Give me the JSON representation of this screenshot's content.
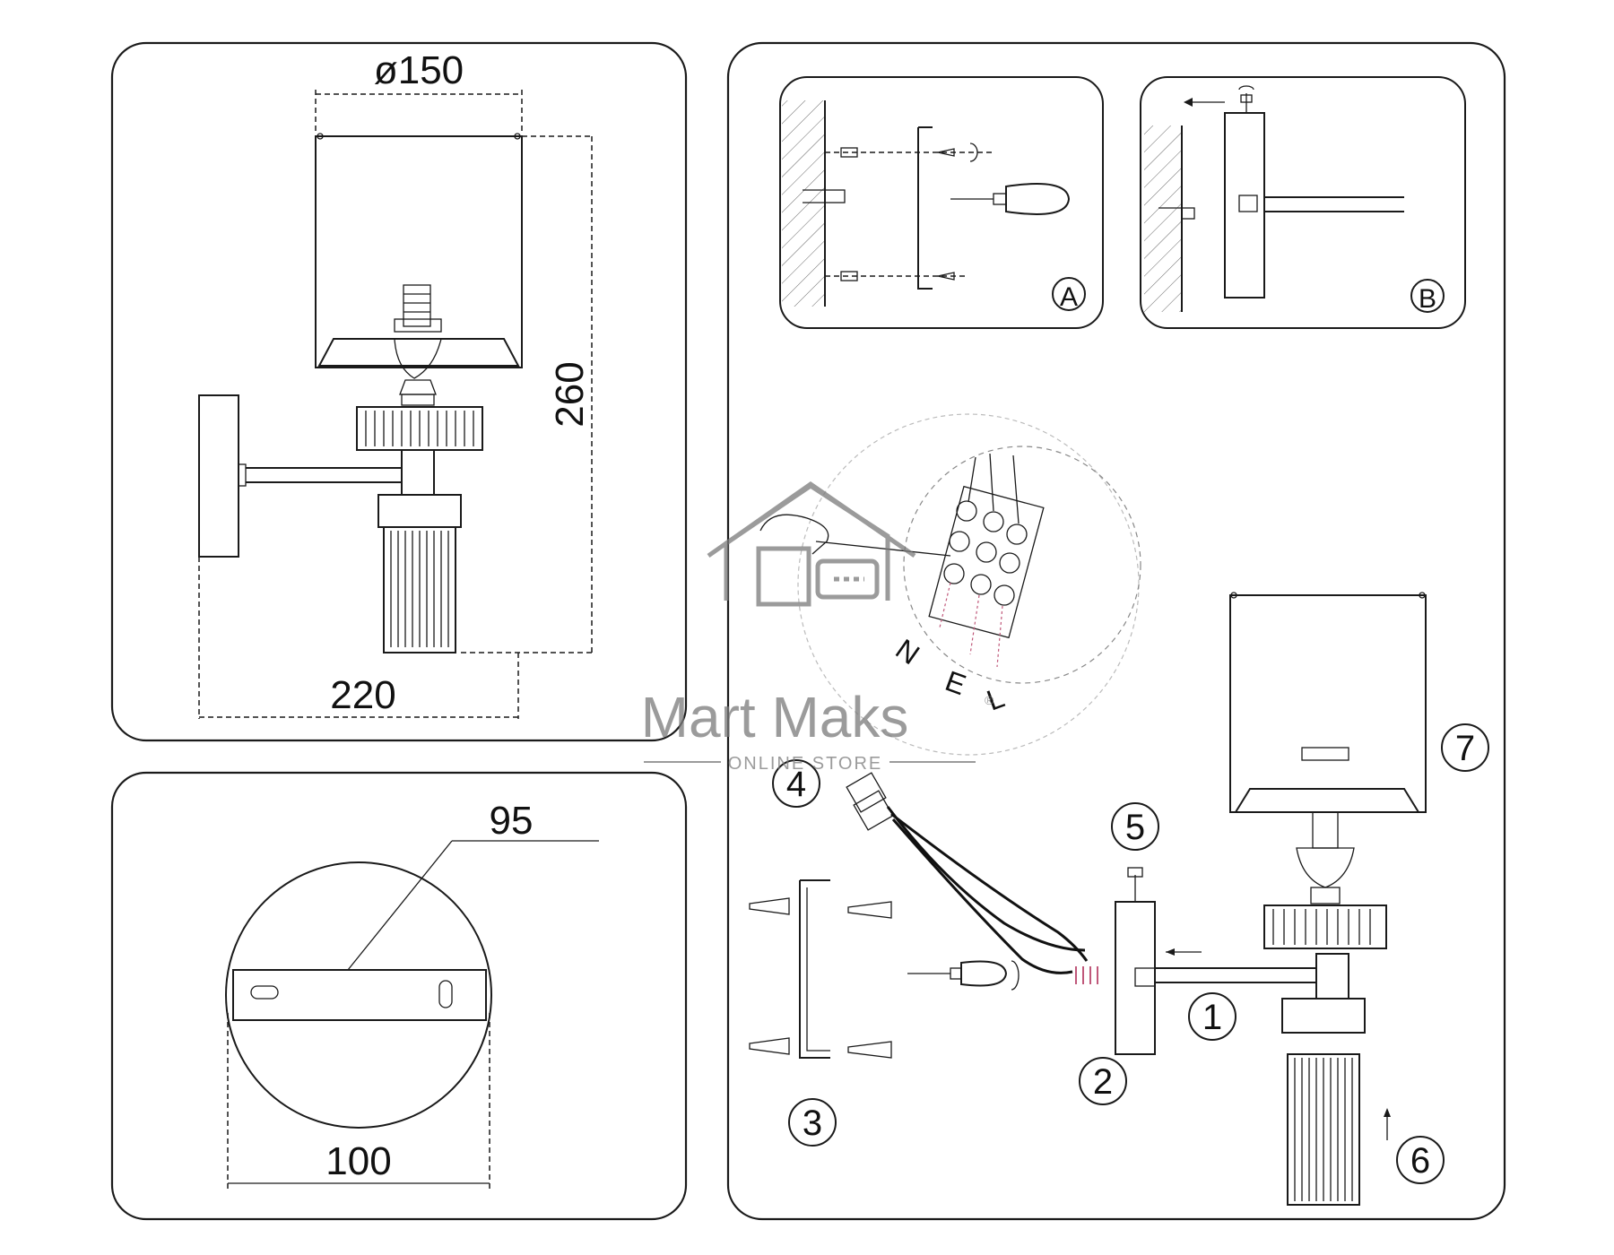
{
  "dimensions": {
    "shade_diameter": "ø150",
    "height": "260",
    "depth": "220",
    "plate_width": "95",
    "plate_diameter": "100"
  },
  "detail_labels": {
    "a": "A",
    "b": "B"
  },
  "wiring_labels": {
    "n": "N",
    "e": "E",
    "l": "L"
  },
  "step_numbers": [
    "1",
    "2",
    "3",
    "4",
    "5",
    "6",
    "7"
  ],
  "watermark": {
    "brand": "Mart Maks",
    "registered": "®",
    "tagline": "ONLINE STORE"
  },
  "colors": {
    "line": "#1a1a1a",
    "watermark": "#7a7a7a",
    "wire_marks": "#c0587a"
  }
}
